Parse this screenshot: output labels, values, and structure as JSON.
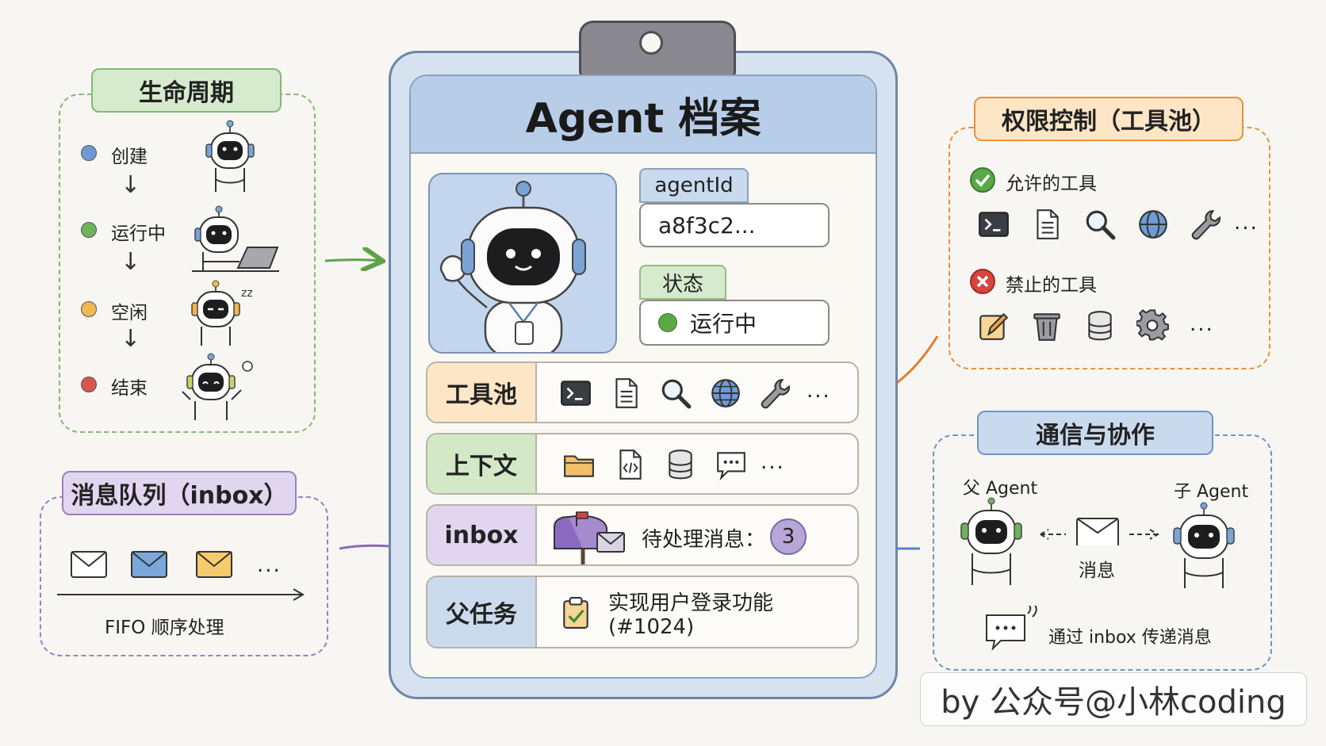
{
  "card": {
    "title": "Agent 档案",
    "agent_id_label": "agentId",
    "agent_id_value": "a8f3c2...",
    "status_label": "状态",
    "status_value": "运行中",
    "status_color": "#5aa848"
  },
  "rows": {
    "tools": {
      "label": "工具池",
      "more": "...",
      "icons": [
        "terminal-icon",
        "document-icon",
        "search-icon",
        "globe-icon",
        "wrench-icon"
      ]
    },
    "context": {
      "label": "上下文",
      "more": "...",
      "icons": [
        "folder-icon",
        "code-file-icon",
        "database-icon",
        "chat-icon"
      ]
    },
    "inbox": {
      "label": "inbox",
      "pending_label": "待处理消息：",
      "pending_count": "3"
    },
    "parent_task": {
      "label": "父任务",
      "task_line1": "实现用户登录功能",
      "task_line2": "(#1024)"
    }
  },
  "lifecycle": {
    "title": "生命周期",
    "states": [
      {
        "label": "创建",
        "color": "#6a9ad6"
      },
      {
        "label": "运行中",
        "color": "#6cb35a"
      },
      {
        "label": "空闲",
        "color": "#f0b84e"
      },
      {
        "label": "结束",
        "color": "#d6554c"
      }
    ],
    "arrow": "↓"
  },
  "queue": {
    "title": "消息队列（inbox）",
    "more": "...",
    "caption": "FIFO 顺序处理"
  },
  "permissions": {
    "title": "权限控制（工具池）",
    "allowed_label": "允许的工具",
    "denied_label": "禁止的工具",
    "more": "...",
    "allowed_icons": [
      "terminal-icon",
      "document-icon",
      "search-icon",
      "globe-icon",
      "wrench-icon"
    ],
    "denied_icons": [
      "pencil-icon",
      "trash-icon",
      "database-icon",
      "gear-icon"
    ]
  },
  "communication": {
    "title": "通信与协作",
    "parent_label": "父 Agent",
    "child_label": "子 Agent",
    "message_label": "消息",
    "caption": "通过 inbox 传递消息"
  },
  "watermark": "by 公众号@小林coding",
  "colors": {
    "lifecycle": "#86b874",
    "queue": "#9b80c2",
    "permissions": "#e8923e",
    "communication": "#6f94c8",
    "card_header": "#b8cde8"
  }
}
